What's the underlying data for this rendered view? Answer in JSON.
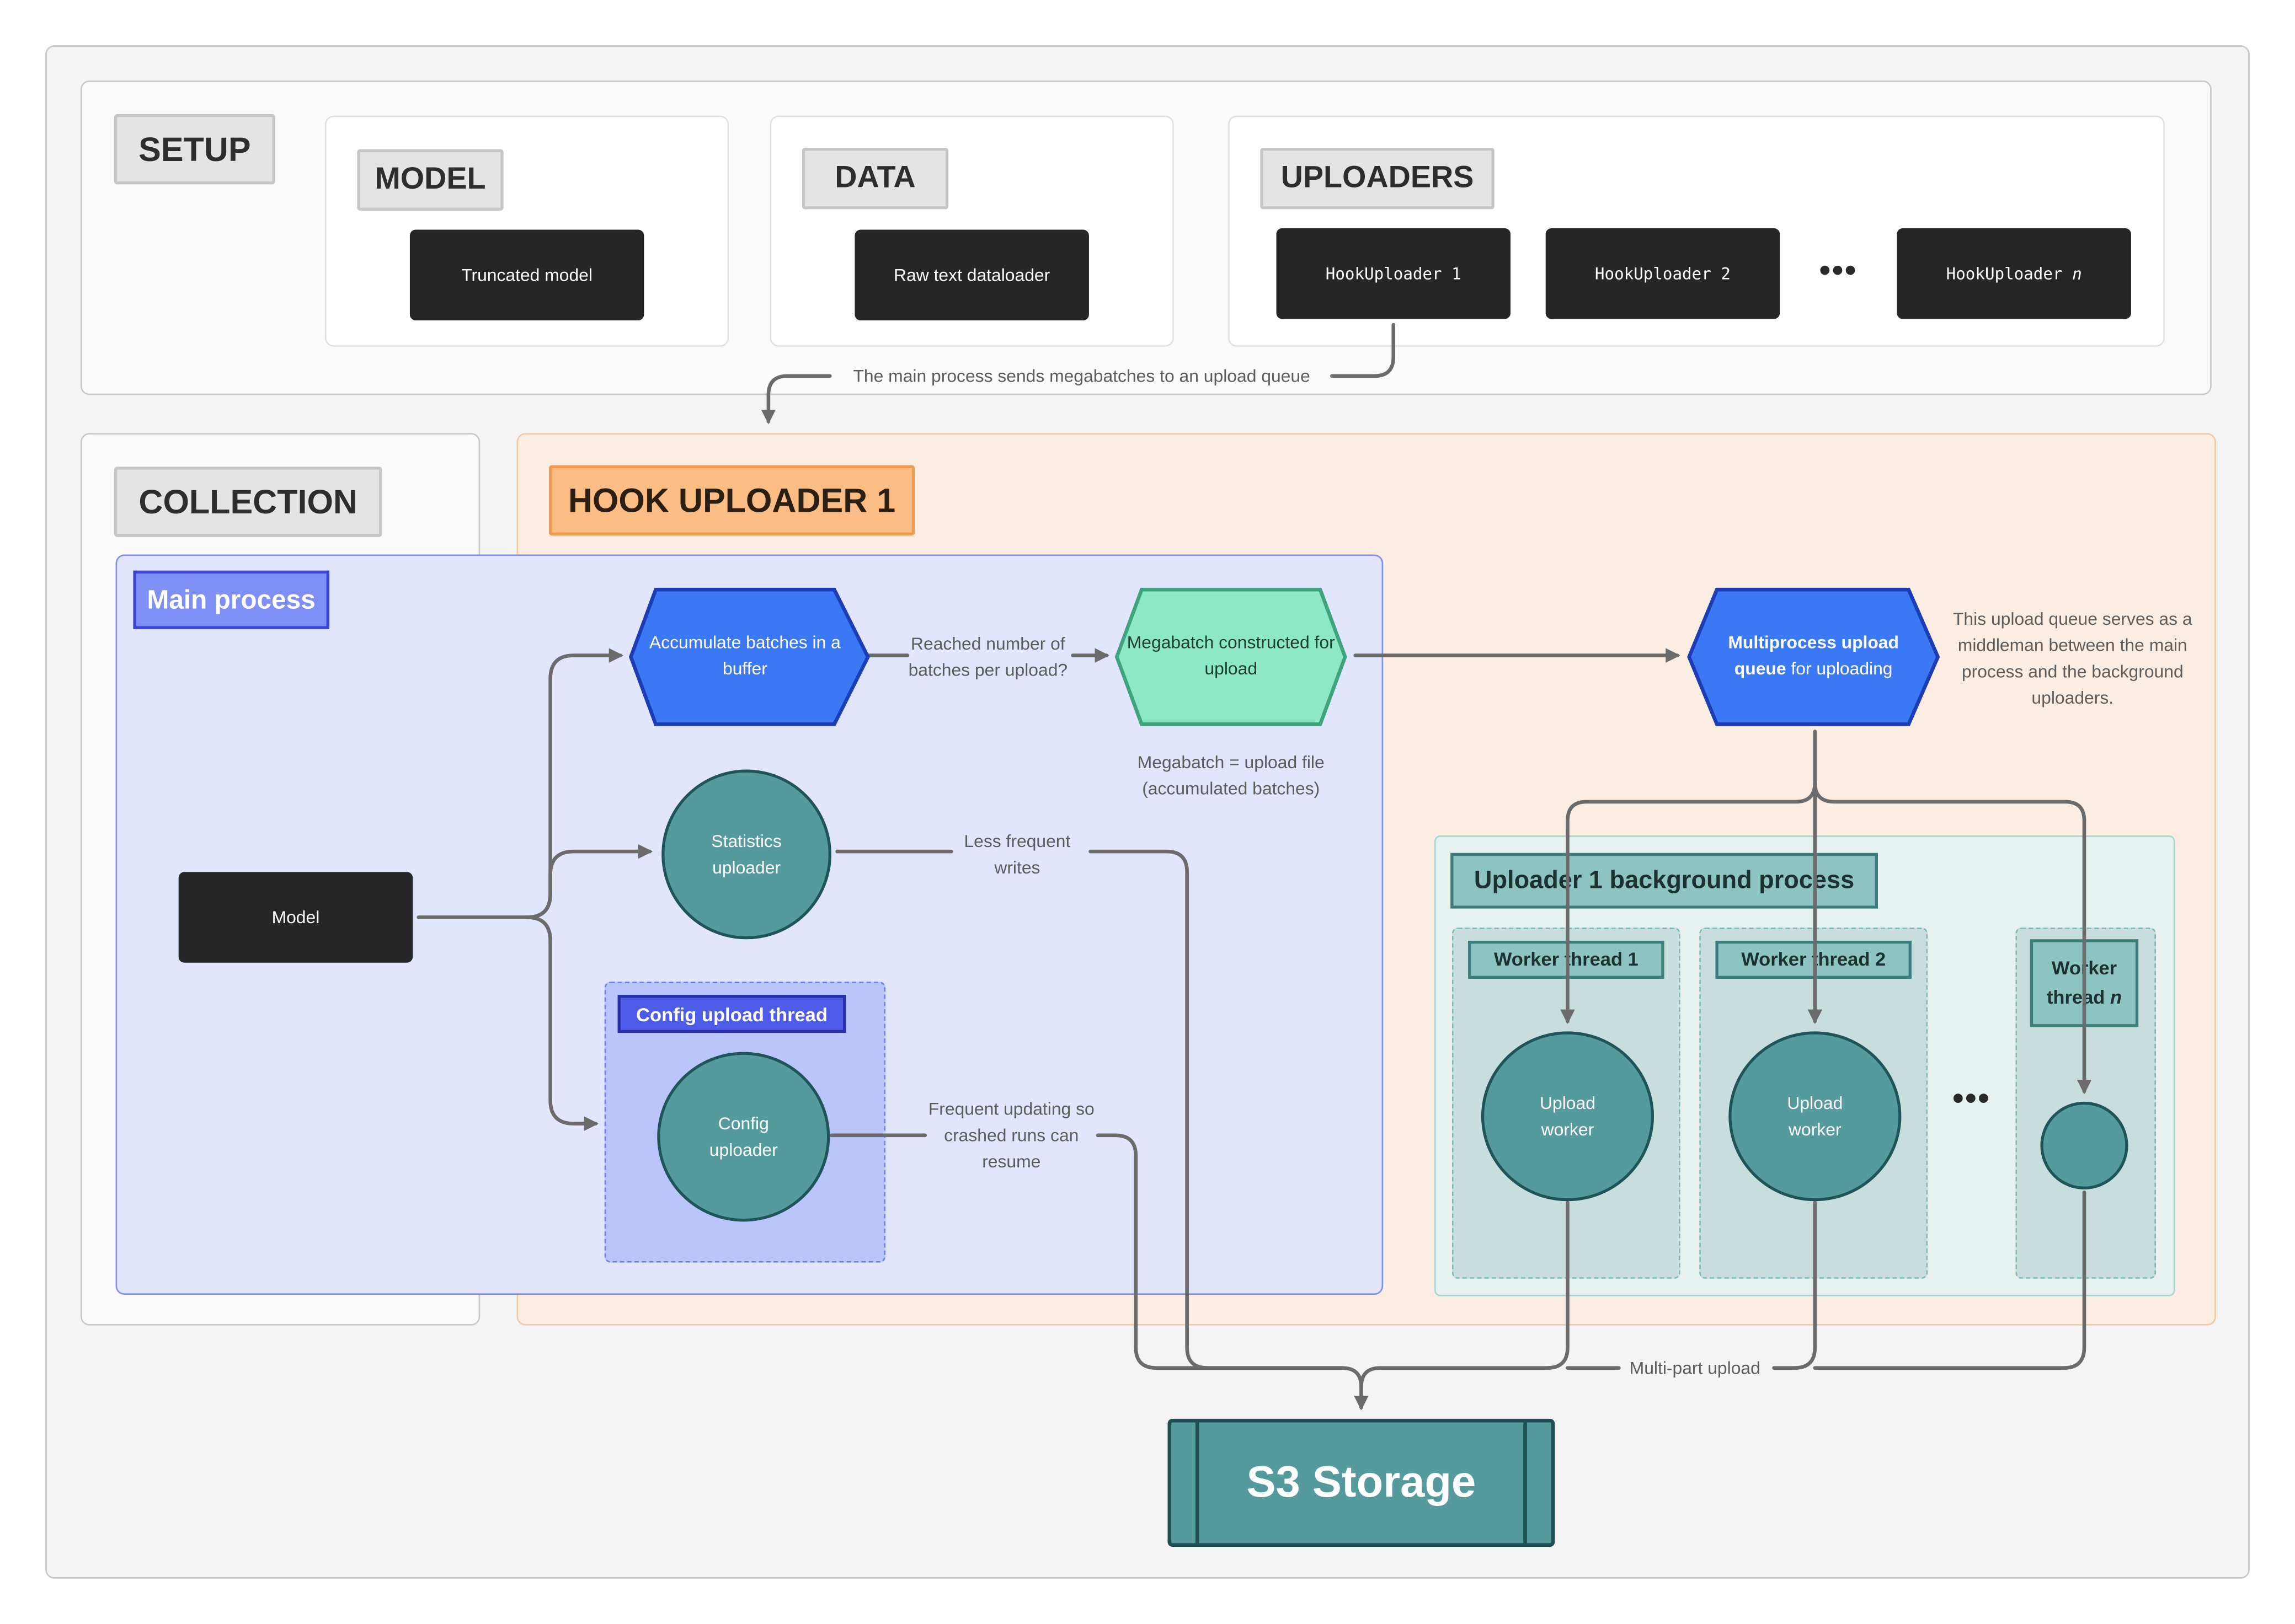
{
  "setup": {
    "title": "SETUP",
    "model_tag": "MODEL",
    "model_box": "Truncated model",
    "data_tag": "DATA",
    "data_box": "Raw text dataloader",
    "uploaders_tag": "UPLOADERS",
    "uploader_1": "HookUploader 1",
    "uploader_2": "HookUploader 2",
    "uploader_n_prefix": "HookUploader ",
    "uploader_n_var": "n",
    "ellipsis": "•••"
  },
  "edge_labels": {
    "send_megabatches": "The main process sends megabatches to an upload queue",
    "reached_number": "Reached number of batches per upload?",
    "megabatch_note": "Megabatch = upload file (accumulated batches)",
    "less_frequent": "Less frequent writes",
    "frequent_updating": "Frequent updating so crashed runs can resume",
    "multipart": "Multi-part upload",
    "queue_note": "This upload queue serves as a middleman between the main process and the background uploaders."
  },
  "collection": {
    "title": "COLLECTION",
    "main_process": "Main process",
    "model": "Model",
    "accumulate": "Accumulate batches in a buffer",
    "megabatch": "Megabatch constructed for upload",
    "statistics_uploader": "Statistics uploader",
    "config_thread": "Config upload thread",
    "config_uploader": "Config uploader"
  },
  "hook_uploader": {
    "title": "HOOK UPLOADER 1",
    "queue_bold": "Multiprocess upload queue",
    "queue_rest": " for uploading",
    "bg_process": "Uploader 1 background process",
    "worker_1": "Worker thread 1",
    "worker_2": "Worker thread 2",
    "worker_n_prefix": "Worker thread ",
    "worker_n_var": "n",
    "upload_worker_1": "Upload worker",
    "upload_worker_2": "Upload worker",
    "ellipsis": "•••"
  },
  "storage": {
    "label": "S3 Storage"
  },
  "colors": {
    "main_process_blue": "#3b78f5",
    "megabatch_green": "#8de8c8",
    "teal": "#559b9e",
    "hook_orange": "#fbbd84",
    "dark": "#262626",
    "arrow": "#6b6b6b"
  }
}
